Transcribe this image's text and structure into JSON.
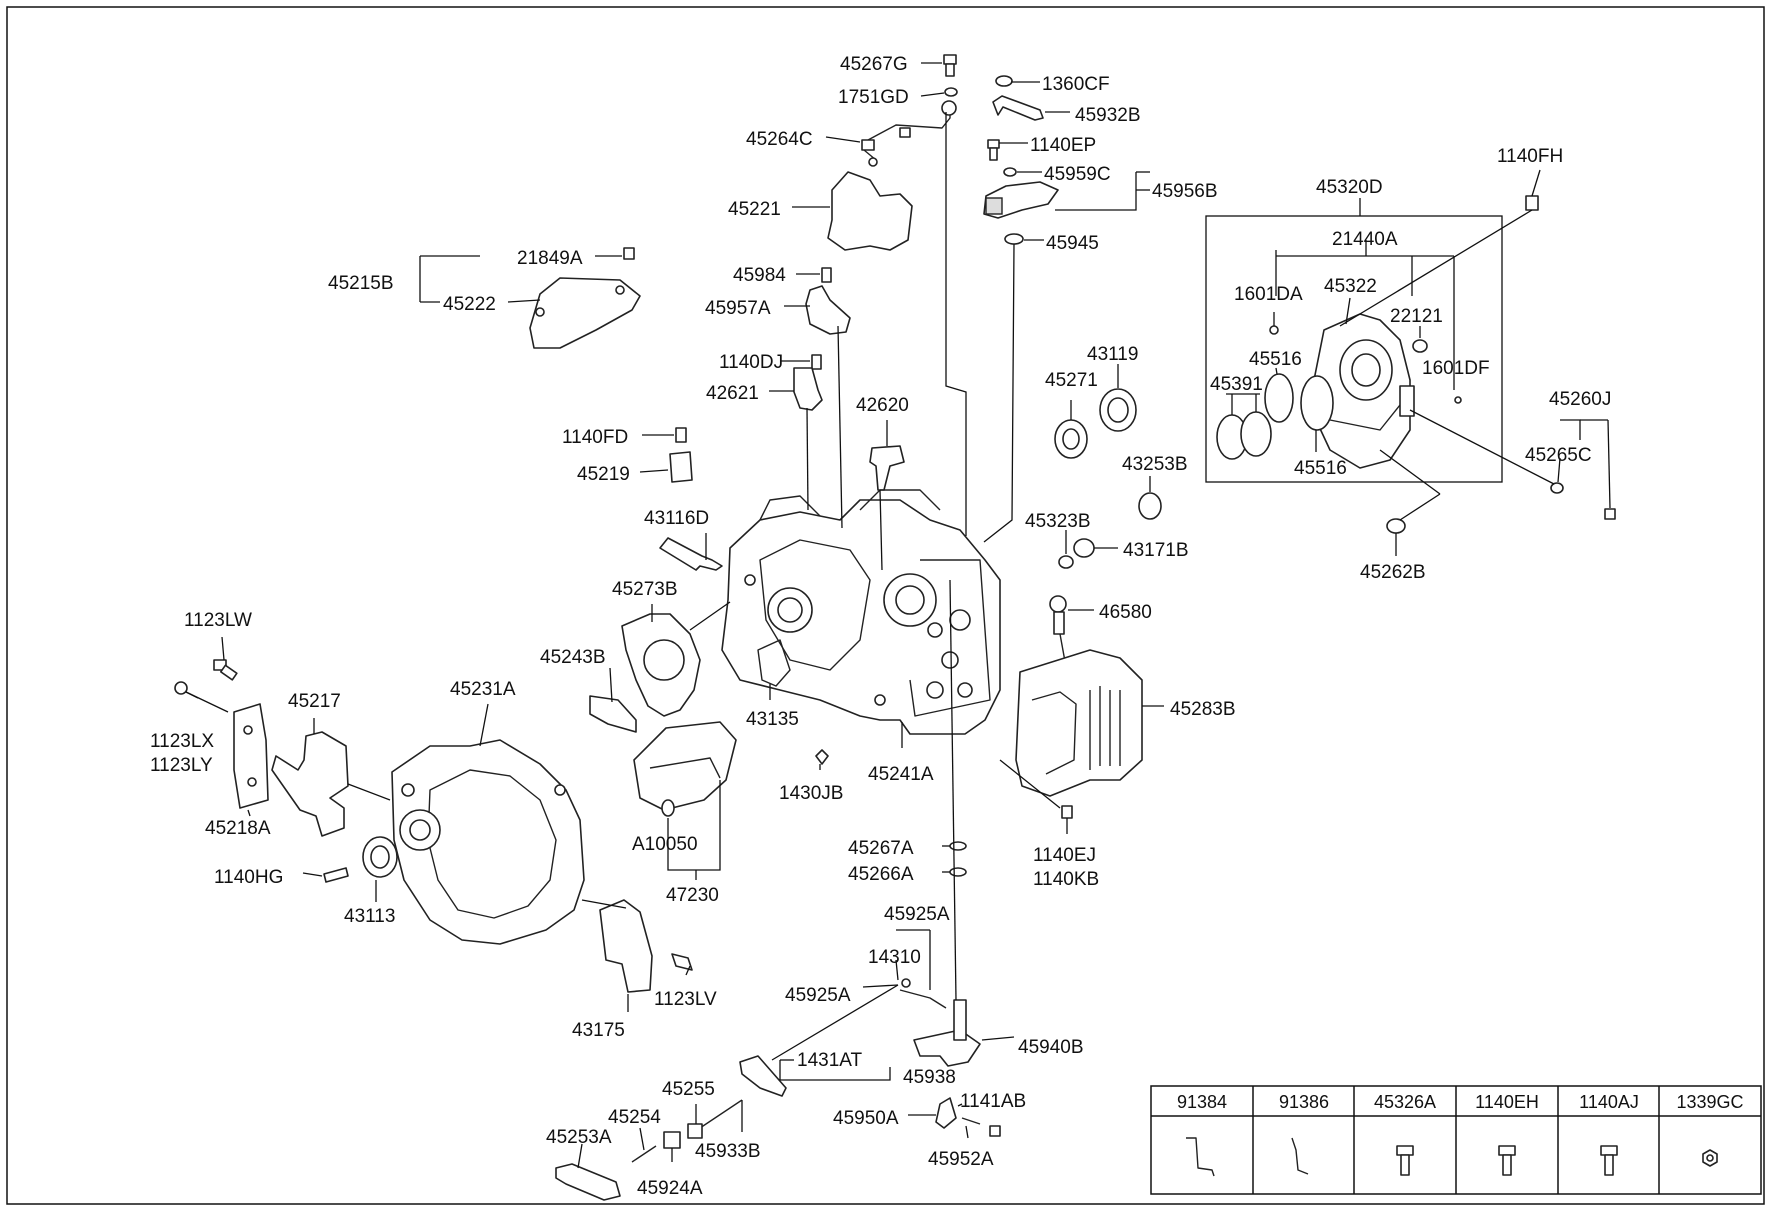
{
  "labels": [
    {
      "id": "45267G",
      "text": "45267G"
    },
    {
      "id": "1751GD",
      "text": "1751GD"
    },
    {
      "id": "1360CF",
      "text": "1360CF"
    },
    {
      "id": "45932B",
      "text": "45932B"
    },
    {
      "id": "45264C",
      "text": "45264C"
    },
    {
      "id": "1140EP",
      "text": "1140EP"
    },
    {
      "id": "45959C",
      "text": "45959C"
    },
    {
      "id": "45956B",
      "text": "45956B"
    },
    {
      "id": "45221",
      "text": "45221"
    },
    {
      "id": "45945",
      "text": "45945"
    },
    {
      "id": "21849A",
      "text": "21849A"
    },
    {
      "id": "45215B",
      "text": "45215B"
    },
    {
      "id": "45222",
      "text": "45222"
    },
    {
      "id": "45984",
      "text": "45984"
    },
    {
      "id": "45957A",
      "text": "45957A"
    },
    {
      "id": "1140DJ",
      "text": "1140DJ"
    },
    {
      "id": "42621",
      "text": "42621"
    },
    {
      "id": "42620",
      "text": "42620"
    },
    {
      "id": "1140FD",
      "text": "1140FD"
    },
    {
      "id": "45219",
      "text": "45219"
    },
    {
      "id": "43116D",
      "text": "43116D"
    },
    {
      "id": "45273B",
      "text": "45273B"
    },
    {
      "id": "45243B",
      "text": "45243B"
    },
    {
      "id": "43135",
      "text": "43135"
    },
    {
      "id": "1123LW",
      "text": "1123LW"
    },
    {
      "id": "45217",
      "text": "45217"
    },
    {
      "id": "45231A",
      "text": "45231A"
    },
    {
      "id": "1123LX",
      "text": "1123LX"
    },
    {
      "id": "1123LY",
      "text": "1123LY"
    },
    {
      "id": "45218A",
      "text": "45218A"
    },
    {
      "id": "1140HG",
      "text": "1140HG"
    },
    {
      "id": "43113",
      "text": "43113"
    },
    {
      "id": "A10050",
      "text": "A10050"
    },
    {
      "id": "47230",
      "text": "47230"
    },
    {
      "id": "1430JB",
      "text": "1430JB"
    },
    {
      "id": "45241A",
      "text": "45241A"
    },
    {
      "id": "45267A",
      "text": "45267A"
    },
    {
      "id": "45266A",
      "text": "45266A"
    },
    {
      "id": "45925A_top",
      "text": "45925A"
    },
    {
      "id": "14310",
      "text": "14310"
    },
    {
      "id": "45925A",
      "text": "45925A"
    },
    {
      "id": "43175",
      "text": "43175"
    },
    {
      "id": "1123LV",
      "text": "1123LV"
    },
    {
      "id": "45940B",
      "text": "45940B"
    },
    {
      "id": "1431AT",
      "text": "1431AT"
    },
    {
      "id": "45938",
      "text": "45938"
    },
    {
      "id": "45255",
      "text": "45255"
    },
    {
      "id": "45254",
      "text": "45254"
    },
    {
      "id": "45253A",
      "text": "45253A"
    },
    {
      "id": "45933B",
      "text": "45933B"
    },
    {
      "id": "45924A",
      "text": "45924A"
    },
    {
      "id": "45950A",
      "text": "45950A"
    },
    {
      "id": "1141AB",
      "text": "1141AB"
    },
    {
      "id": "45952A",
      "text": "45952A"
    },
    {
      "id": "45271",
      "text": "45271"
    },
    {
      "id": "43119",
      "text": "43119"
    },
    {
      "id": "43253B",
      "text": "43253B"
    },
    {
      "id": "45323B",
      "text": "45323B"
    },
    {
      "id": "43171B",
      "text": "43171B"
    },
    {
      "id": "46580",
      "text": "46580"
    },
    {
      "id": "45283B",
      "text": "45283B"
    },
    {
      "id": "1140EJ",
      "text": "1140EJ"
    },
    {
      "id": "1140KB",
      "text": "1140KB"
    },
    {
      "id": "1140FH",
      "text": "1140FH"
    },
    {
      "id": "45320D",
      "text": "45320D"
    },
    {
      "id": "21440A",
      "text": "21440A"
    },
    {
      "id": "1601DA",
      "text": "1601DA"
    },
    {
      "id": "45322",
      "text": "45322"
    },
    {
      "id": "22121",
      "text": "22121"
    },
    {
      "id": "45516_a",
      "text": "45516"
    },
    {
      "id": "1601DF",
      "text": "1601DF"
    },
    {
      "id": "45391",
      "text": "45391"
    },
    {
      "id": "45516_b",
      "text": "45516"
    },
    {
      "id": "45260J",
      "text": "45260J"
    },
    {
      "id": "45265C",
      "text": "45265C"
    },
    {
      "id": "45262B",
      "text": "45262B"
    }
  ],
  "table": [
    {
      "code": "91384",
      "icon": "bracket-icon"
    },
    {
      "code": "91386",
      "icon": "bracket-icon"
    },
    {
      "code": "45326A",
      "icon": "bolt-icon"
    },
    {
      "code": "1140EH",
      "icon": "bolt-icon"
    },
    {
      "code": "1140AJ",
      "icon": "bolt-icon"
    },
    {
      "code": "1339GC",
      "icon": "nut-icon"
    }
  ]
}
